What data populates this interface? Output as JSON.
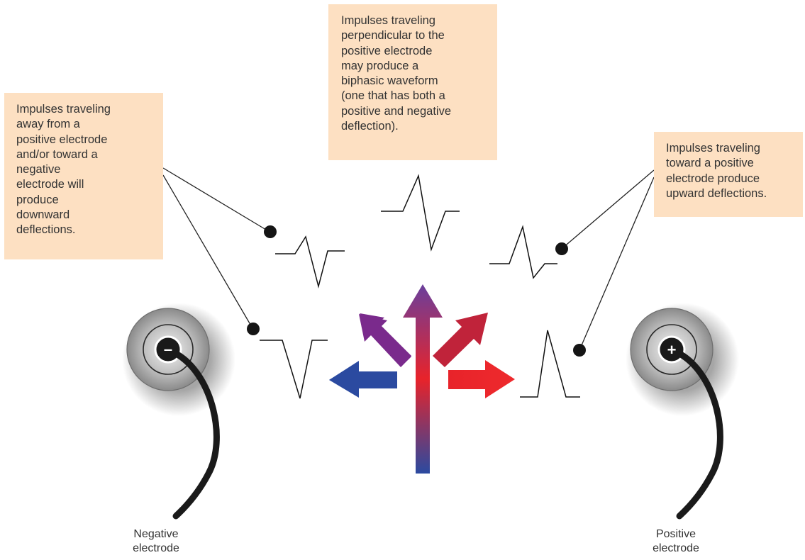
{
  "callouts": {
    "left": [
      "Impulses traveling",
      "away from a",
      "positive electrode",
      "and/or toward a",
      "negative",
      "electrode will",
      "produce",
      "downward",
      "deflections."
    ],
    "top": [
      "Impulses traveling",
      "perpendicular to the",
      "positive electrode",
      "may produce a",
      "biphasic waveform",
      "(one that has both a",
      "positive and negative",
      "deflection)."
    ],
    "right": [
      "Impulses traveling",
      "toward a positive",
      "electrode produce",
      "upward deflections."
    ]
  },
  "electrodes": {
    "negative": {
      "label_line1": "Negative",
      "label_line2": "electrode",
      "sign": "–"
    },
    "positive": {
      "label_line1": "Positive",
      "label_line2": "electrode",
      "sign": "+"
    }
  },
  "colors": {
    "callout_bg": "#fde0c2",
    "arrow_blue": "#2b4aa0",
    "arrow_red": "#e8232a",
    "arrow_purple": "#7a2a8c",
    "arrow_crimson": "#c0233a",
    "wire": "#1a1a1a"
  }
}
